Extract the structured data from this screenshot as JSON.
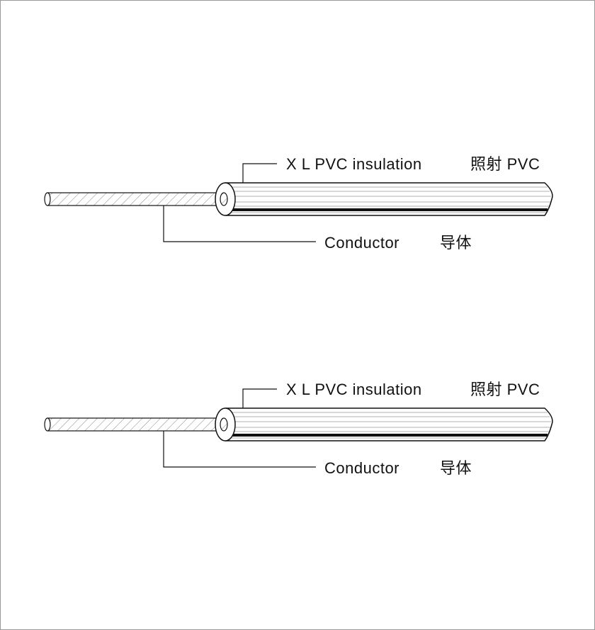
{
  "diagrams": [
    {
      "insulation_label": "X L PVC insulation",
      "insulation_label_cn": "照射 PVC",
      "conductor_label": "Conductor",
      "conductor_label_cn": "导体"
    },
    {
      "insulation_label": "X L PVC insulation",
      "insulation_label_cn": "照射 PVC",
      "conductor_label": "Conductor",
      "conductor_label_cn": "导体"
    }
  ]
}
